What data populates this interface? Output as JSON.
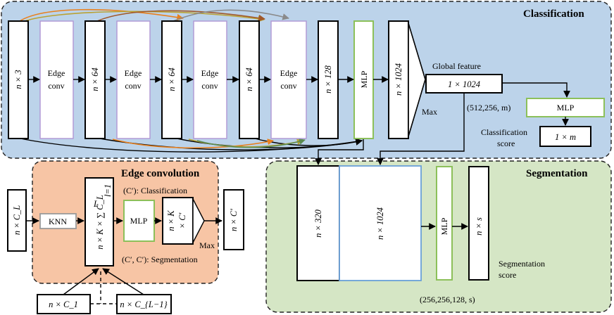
{
  "titles": {
    "classification": "Classification",
    "edge_convolution": "Edge convolution",
    "segmentation": "Segmentation"
  },
  "classification": {
    "blocks": [
      "n × 3",
      "Edge conv",
      "n × 64",
      "Edge conv",
      "n × 64",
      "Edge conv",
      "n × 64",
      "Edge conv",
      "n × 128",
      "MLP",
      "n × 1024"
    ],
    "max_label": "Max",
    "global_feature_label": "Global feature",
    "global_feature_box": "1 × 1024",
    "mlp_params": "(512,256, m)",
    "mlp_label": "MLP",
    "score_box": "1 × m",
    "score_label": [
      "Classification",
      "score"
    ]
  },
  "edge_conv": {
    "input": "n × C_L",
    "knn": "KNN",
    "stack": "n × K × ∑ C_L",
    "sum_limits": {
      "upper": "L",
      "lower": "l=1"
    },
    "mlp": "MLP",
    "out_block": [
      "n × K",
      "× C′"
    ],
    "max_label": "Max",
    "output": "n × C′",
    "class_note": "(C′): Classification",
    "seg_note": "(C′, C′): Segmentation",
    "inputs_bottom": [
      "n × C_1",
      "n × C_{L−1}"
    ]
  },
  "segmentation": {
    "blocks": [
      "n × 320",
      "n × 1024",
      "MLP",
      "n × s"
    ],
    "mlp_params": "(256,256,128, s)",
    "score_label": [
      "Segmentation",
      "score"
    ]
  },
  "colors": {
    "classification_bg": "#bcd3ea",
    "edge_bg": "#f7c5a5",
    "segmentation_bg": "#d5e6c5",
    "edge_conv_border": "#b29bd6",
    "mlp_border": "#8cc05a",
    "blue_border": "#6aa0d8",
    "knn_border": "#9a9a9a",
    "skip_arrow_orange": "#e8801e",
    "skip_arrow_olive": "#b9a234",
    "skip_arrow_brown": "#a0582a",
    "skip_arrow_gray": "#8a8a8a",
    "skip_arrow_green": "#5a8a50"
  }
}
